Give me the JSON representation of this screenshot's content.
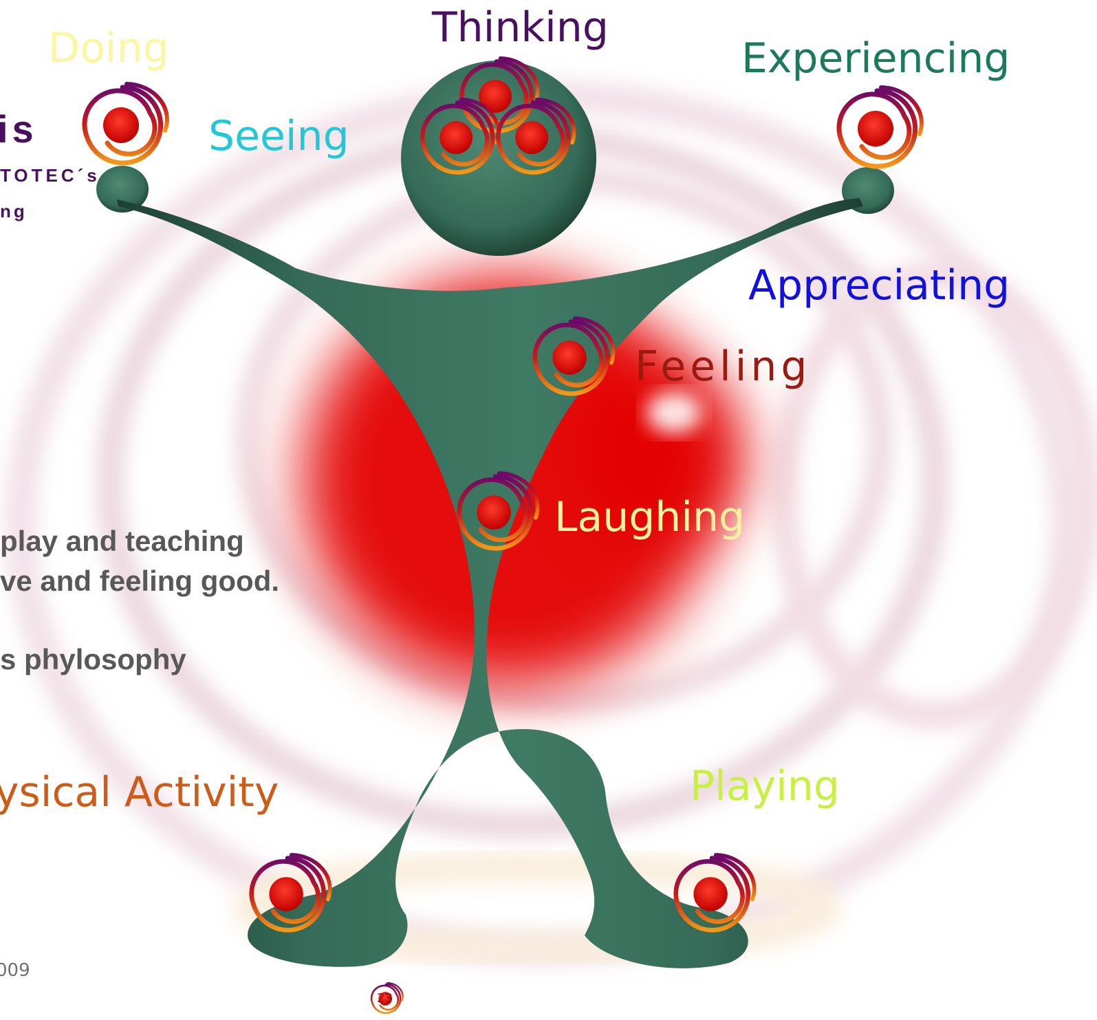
{
  "labels": {
    "doing": "Doing",
    "thinking": "Thinking",
    "experiencing": "Experiencing",
    "seeing": "Seeing",
    "appreciating": "Appreciating",
    "feeling": "Feeling",
    "laughing": "Laughing",
    "physical_activity": "ysical Activity",
    "playing": "Playing"
  },
  "left_panel": {
    "heading_fragment": "is",
    "subline_1": "TOTEC´s",
    "subline_2": "ng",
    "body_line_1": "play and teaching",
    "body_line_2": "ve and feeling good.",
    "body_line_3": "s phylosophy",
    "footer_year": "009"
  },
  "page_number": "23",
  "colors": {
    "figure_green": "#356b58",
    "spiral_red": "#e00000",
    "doing": "#fbf7a0",
    "thinking": "#4a1060",
    "experiencing": "#1a7a5a",
    "seeing": "#22c8d8",
    "appreciating": "#1010e0",
    "feeling": "#9a1a10",
    "laughing": "#f8f2a0",
    "physical_activity": "#cc5c18",
    "playing": "#c8f040",
    "left_heading": "#4a1060",
    "left_body": "#585858"
  }
}
